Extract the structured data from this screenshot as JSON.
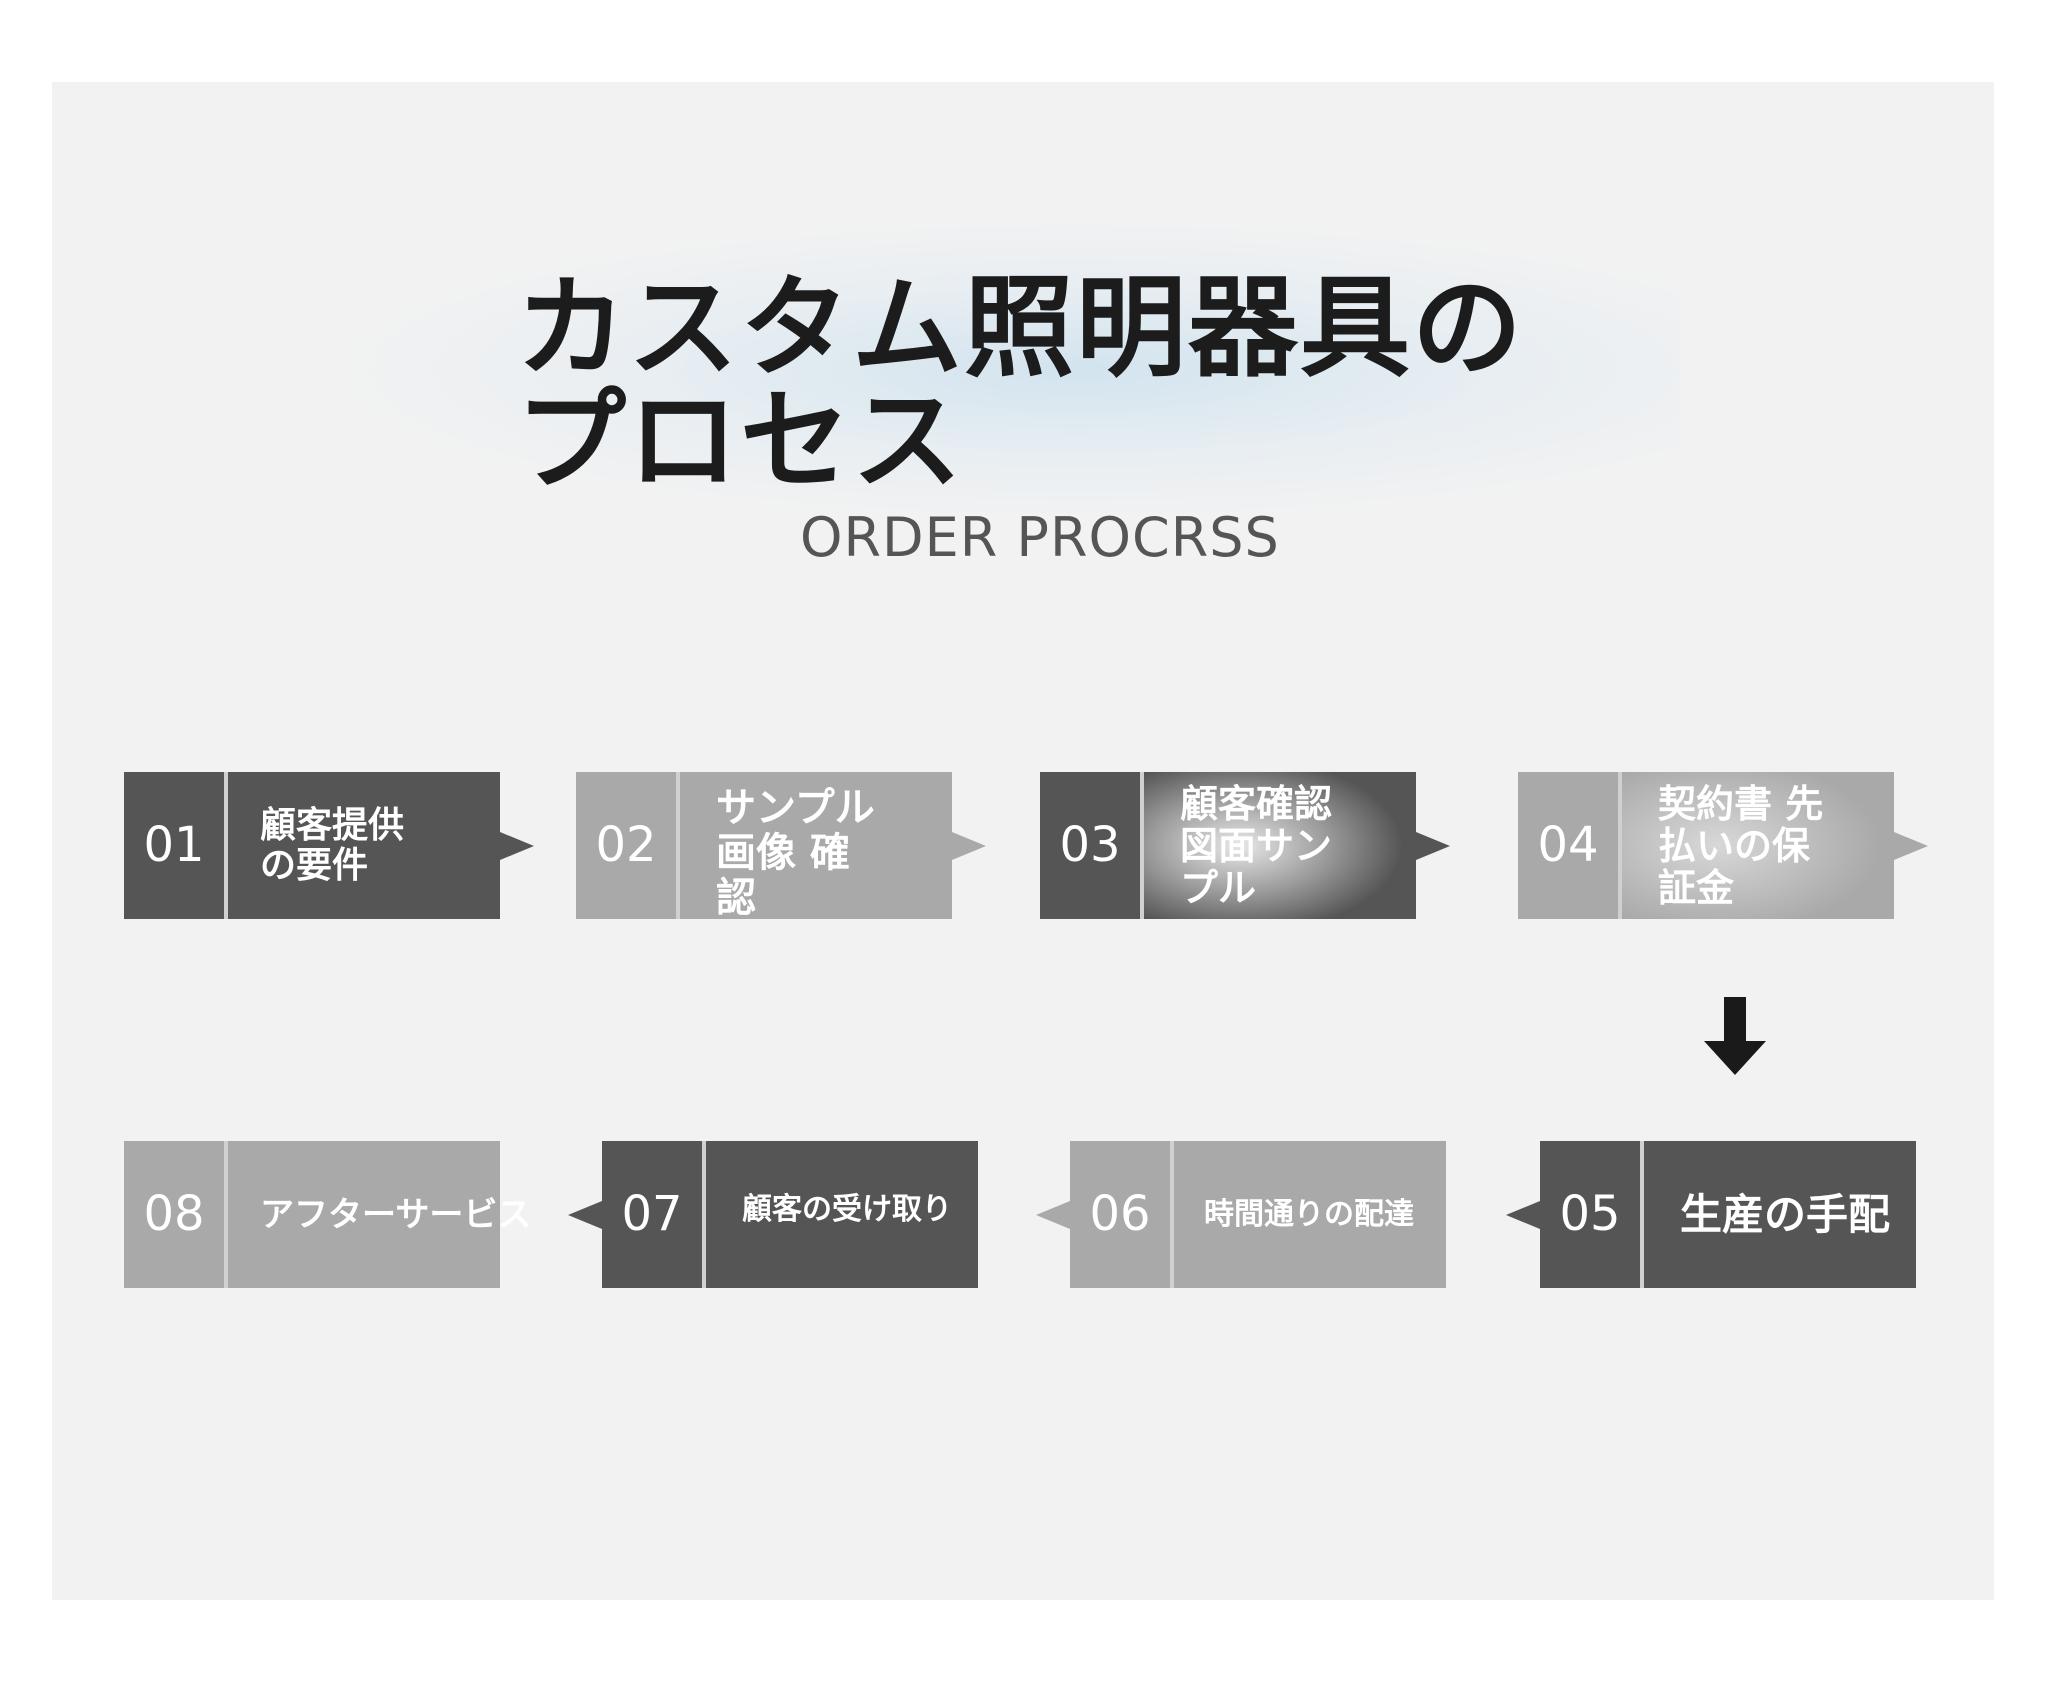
{
  "title": "カスタム照明器具の\nプロセス",
  "subtitle": "ORDER PROCRSS",
  "steps": [
    {
      "number": "01",
      "label": "顧客提供\nの要件"
    },
    {
      "number": "02",
      "label": "サンプル\n画像 確\n認"
    },
    {
      "number": "03",
      "label": "顧客確認\n図面サン\nプル"
    },
    {
      "number": "04",
      "label": "契約書 先\n払いの保\n証金"
    },
    {
      "number": "05",
      "label": "生産の手配"
    },
    {
      "number": "06",
      "label": "時間通りの配達"
    },
    {
      "number": "07",
      "label": "顧客の受け取り"
    },
    {
      "number": "08",
      "label": "アフターサービス"
    }
  ],
  "colors": {
    "dark": "#555555",
    "light": "#a9a9a9",
    "background": "#f2f2f2"
  }
}
